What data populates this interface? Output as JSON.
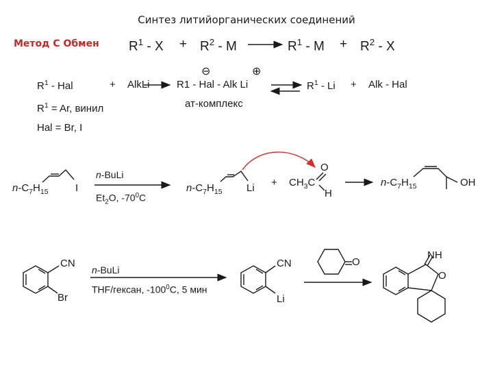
{
  "title": "Синтез литийорганических соединений",
  "method_label": "Метод С Обмен",
  "general": {
    "r1": "R",
    "r1_sup": "1",
    "x1": " - X",
    "plus": "+",
    "r2": "R",
    "r2_sup": "2",
    "m1": " - M",
    "r1b": "R",
    "r1b_sup": "1",
    "m2": " - M",
    "r2b": "R",
    "r2b_sup": "2",
    "x2": " - X"
  },
  "exchange": {
    "r1": "R",
    "r1_sup": "1",
    "hal": " - Hal",
    "plus": "+",
    "alkli": "AlkLi",
    "ate": "R1 - Hal - Alk Li",
    "minus": "⊖",
    "plusc": "⊕",
    "ate_label": "ат-комплекс",
    "prod_r": "R",
    "prod_sup": "1",
    "prod_li": " - Li",
    "plus2": "+",
    "alkhal": "Alk - Hal"
  },
  "notes": {
    "r1_def_r": "R",
    "r1_def_sup": "1",
    "r1_def": " = Ar, винил",
    "hal_def": "Hal = Br, I"
  },
  "reaction1": {
    "sm_prefix": "n",
    "sm_c": "-C",
    "sm_c_sub": "7",
    "sm_h": "H",
    "sm_h_sub": "15",
    "sm_i": "I",
    "reagent_n": "n",
    "reagent": "-BuLi",
    "cond_et": "Et",
    "cond_sub": "2",
    "cond_o": "O, -70",
    "cond_sup": "0",
    "cond_c": "C",
    "int_prefix": "n",
    "int_c": "-C",
    "int_c_sub": "7",
    "int_h": "H",
    "int_h_sub": "15",
    "int_li": "Li",
    "plus": "+",
    "ald_ch": "CH",
    "ald_sub": "3",
    "ald_c": "C",
    "ald_o": "O",
    "ald_h": "H",
    "prod_prefix": "n",
    "prod_c": "-C",
    "prod_c_sub": "7",
    "prod_h": "H",
    "prod_h_sub": "15",
    "prod_oh": "OH"
  },
  "reaction2": {
    "sm_cn": "CN",
    "sm_br": "Br",
    "reagent_n": "n",
    "reagent": "-BuLi",
    "cond": "THF/гексан, -100",
    "cond_sup": "0",
    "cond_c": "C, 5 мин",
    "int_cn": "CN",
    "int_li": "Li",
    "ketone_o": "O",
    "prod_nh": "NH",
    "prod_o": "O"
  },
  "colors": {
    "method": "#c62828",
    "curved_arrow": "#d32f2f",
    "ink": "#1a1a1a"
  }
}
